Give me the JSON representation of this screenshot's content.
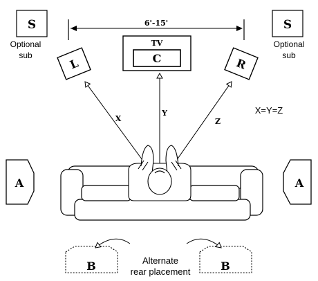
{
  "labels": {
    "sub_box": "S",
    "optional_sub_line1": "Optional",
    "optional_sub_line2": "sub",
    "distance": "6'-15'",
    "tv": "TV",
    "center": "C",
    "left": "L",
    "right": "R",
    "x": "X",
    "y": "Y",
    "z": "Z",
    "equation": "X=Y=Z",
    "surround": "A",
    "rear": "B",
    "alt_line1": "Alternate",
    "alt_line2": "rear placement"
  }
}
